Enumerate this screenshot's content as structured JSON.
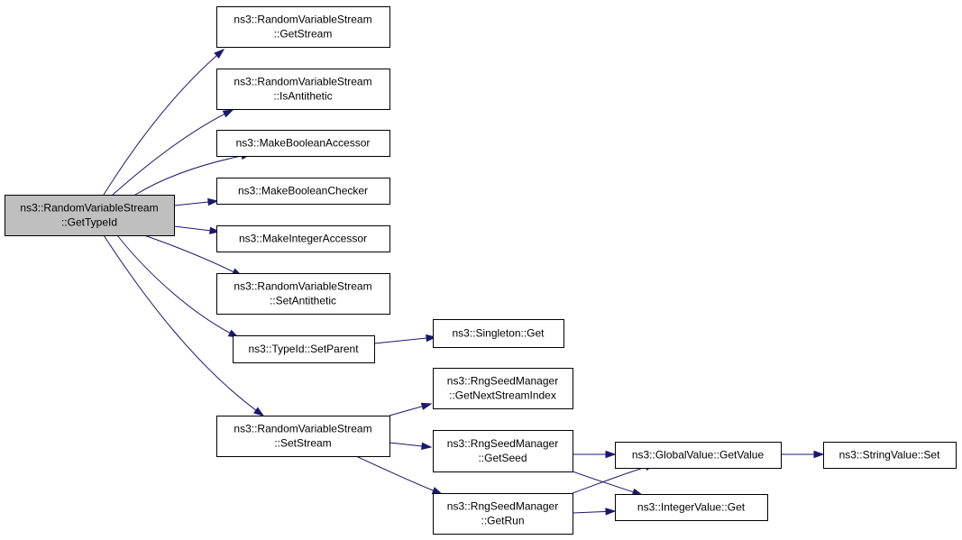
{
  "diagram": {
    "title": "",
    "colors": {
      "root_fill": "#bfbfbf",
      "node_fill": "#ffffff",
      "border": "#000000",
      "edge": "#191970"
    },
    "nodes": [
      {
        "id": "root",
        "lines": [
          "ns3::RandomVariableStream",
          "::GetTypeId"
        ],
        "root": true
      },
      {
        "id": "getstream",
        "lines": [
          "ns3::RandomVariableStream",
          "::GetStream"
        ]
      },
      {
        "id": "isantithetic",
        "lines": [
          "ns3::RandomVariableStream",
          "::IsAntithetic"
        ]
      },
      {
        "id": "makeboolacc",
        "lines": [
          "ns3::MakeBooleanAccessor"
        ]
      },
      {
        "id": "makeboolchk",
        "lines": [
          "ns3::MakeBooleanChecker"
        ]
      },
      {
        "id": "makeintacc",
        "lines": [
          "ns3::MakeIntegerAccessor"
        ]
      },
      {
        "id": "setantithetic",
        "lines": [
          "ns3::RandomVariableStream",
          "::SetAntithetic"
        ]
      },
      {
        "id": "setparent",
        "lines": [
          "ns3::TypeId::SetParent"
        ]
      },
      {
        "id": "singletonget",
        "lines": [
          "ns3::Singleton::Get"
        ]
      },
      {
        "id": "setstream",
        "lines": [
          "ns3::RandomVariableStream",
          "::SetStream"
        ]
      },
      {
        "id": "getnextstream",
        "lines": [
          "ns3::RngSeedManager",
          "::GetNextStreamIndex"
        ]
      },
      {
        "id": "getseed",
        "lines": [
          "ns3::RngSeedManager",
          "::GetSeed"
        ]
      },
      {
        "id": "getrun",
        "lines": [
          "ns3::RngSeedManager",
          "::GetRun"
        ]
      },
      {
        "id": "globalgetvalue",
        "lines": [
          "ns3::GlobalValue::GetValue"
        ]
      },
      {
        "id": "intvalueget",
        "lines": [
          "ns3::IntegerValue::Get"
        ]
      },
      {
        "id": "stringvalueset",
        "lines": [
          "ns3::StringValue::Set"
        ]
      }
    ],
    "edges": [
      {
        "from": "root",
        "to": "getstream"
      },
      {
        "from": "root",
        "to": "isantithetic"
      },
      {
        "from": "root",
        "to": "makeboolacc"
      },
      {
        "from": "root",
        "to": "makeboolchk"
      },
      {
        "from": "root",
        "to": "makeintacc"
      },
      {
        "from": "root",
        "to": "setantithetic"
      },
      {
        "from": "root",
        "to": "setparent"
      },
      {
        "from": "root",
        "to": "setstream"
      },
      {
        "from": "setparent",
        "to": "singletonget"
      },
      {
        "from": "setstream",
        "to": "getnextstream"
      },
      {
        "from": "setstream",
        "to": "getseed"
      },
      {
        "from": "setstream",
        "to": "getrun"
      },
      {
        "from": "getseed",
        "to": "globalgetvalue"
      },
      {
        "from": "getseed",
        "to": "intvalueget"
      },
      {
        "from": "getrun",
        "to": "globalgetvalue"
      },
      {
        "from": "getrun",
        "to": "intvalueget"
      },
      {
        "from": "globalgetvalue",
        "to": "stringvalueset"
      }
    ]
  }
}
